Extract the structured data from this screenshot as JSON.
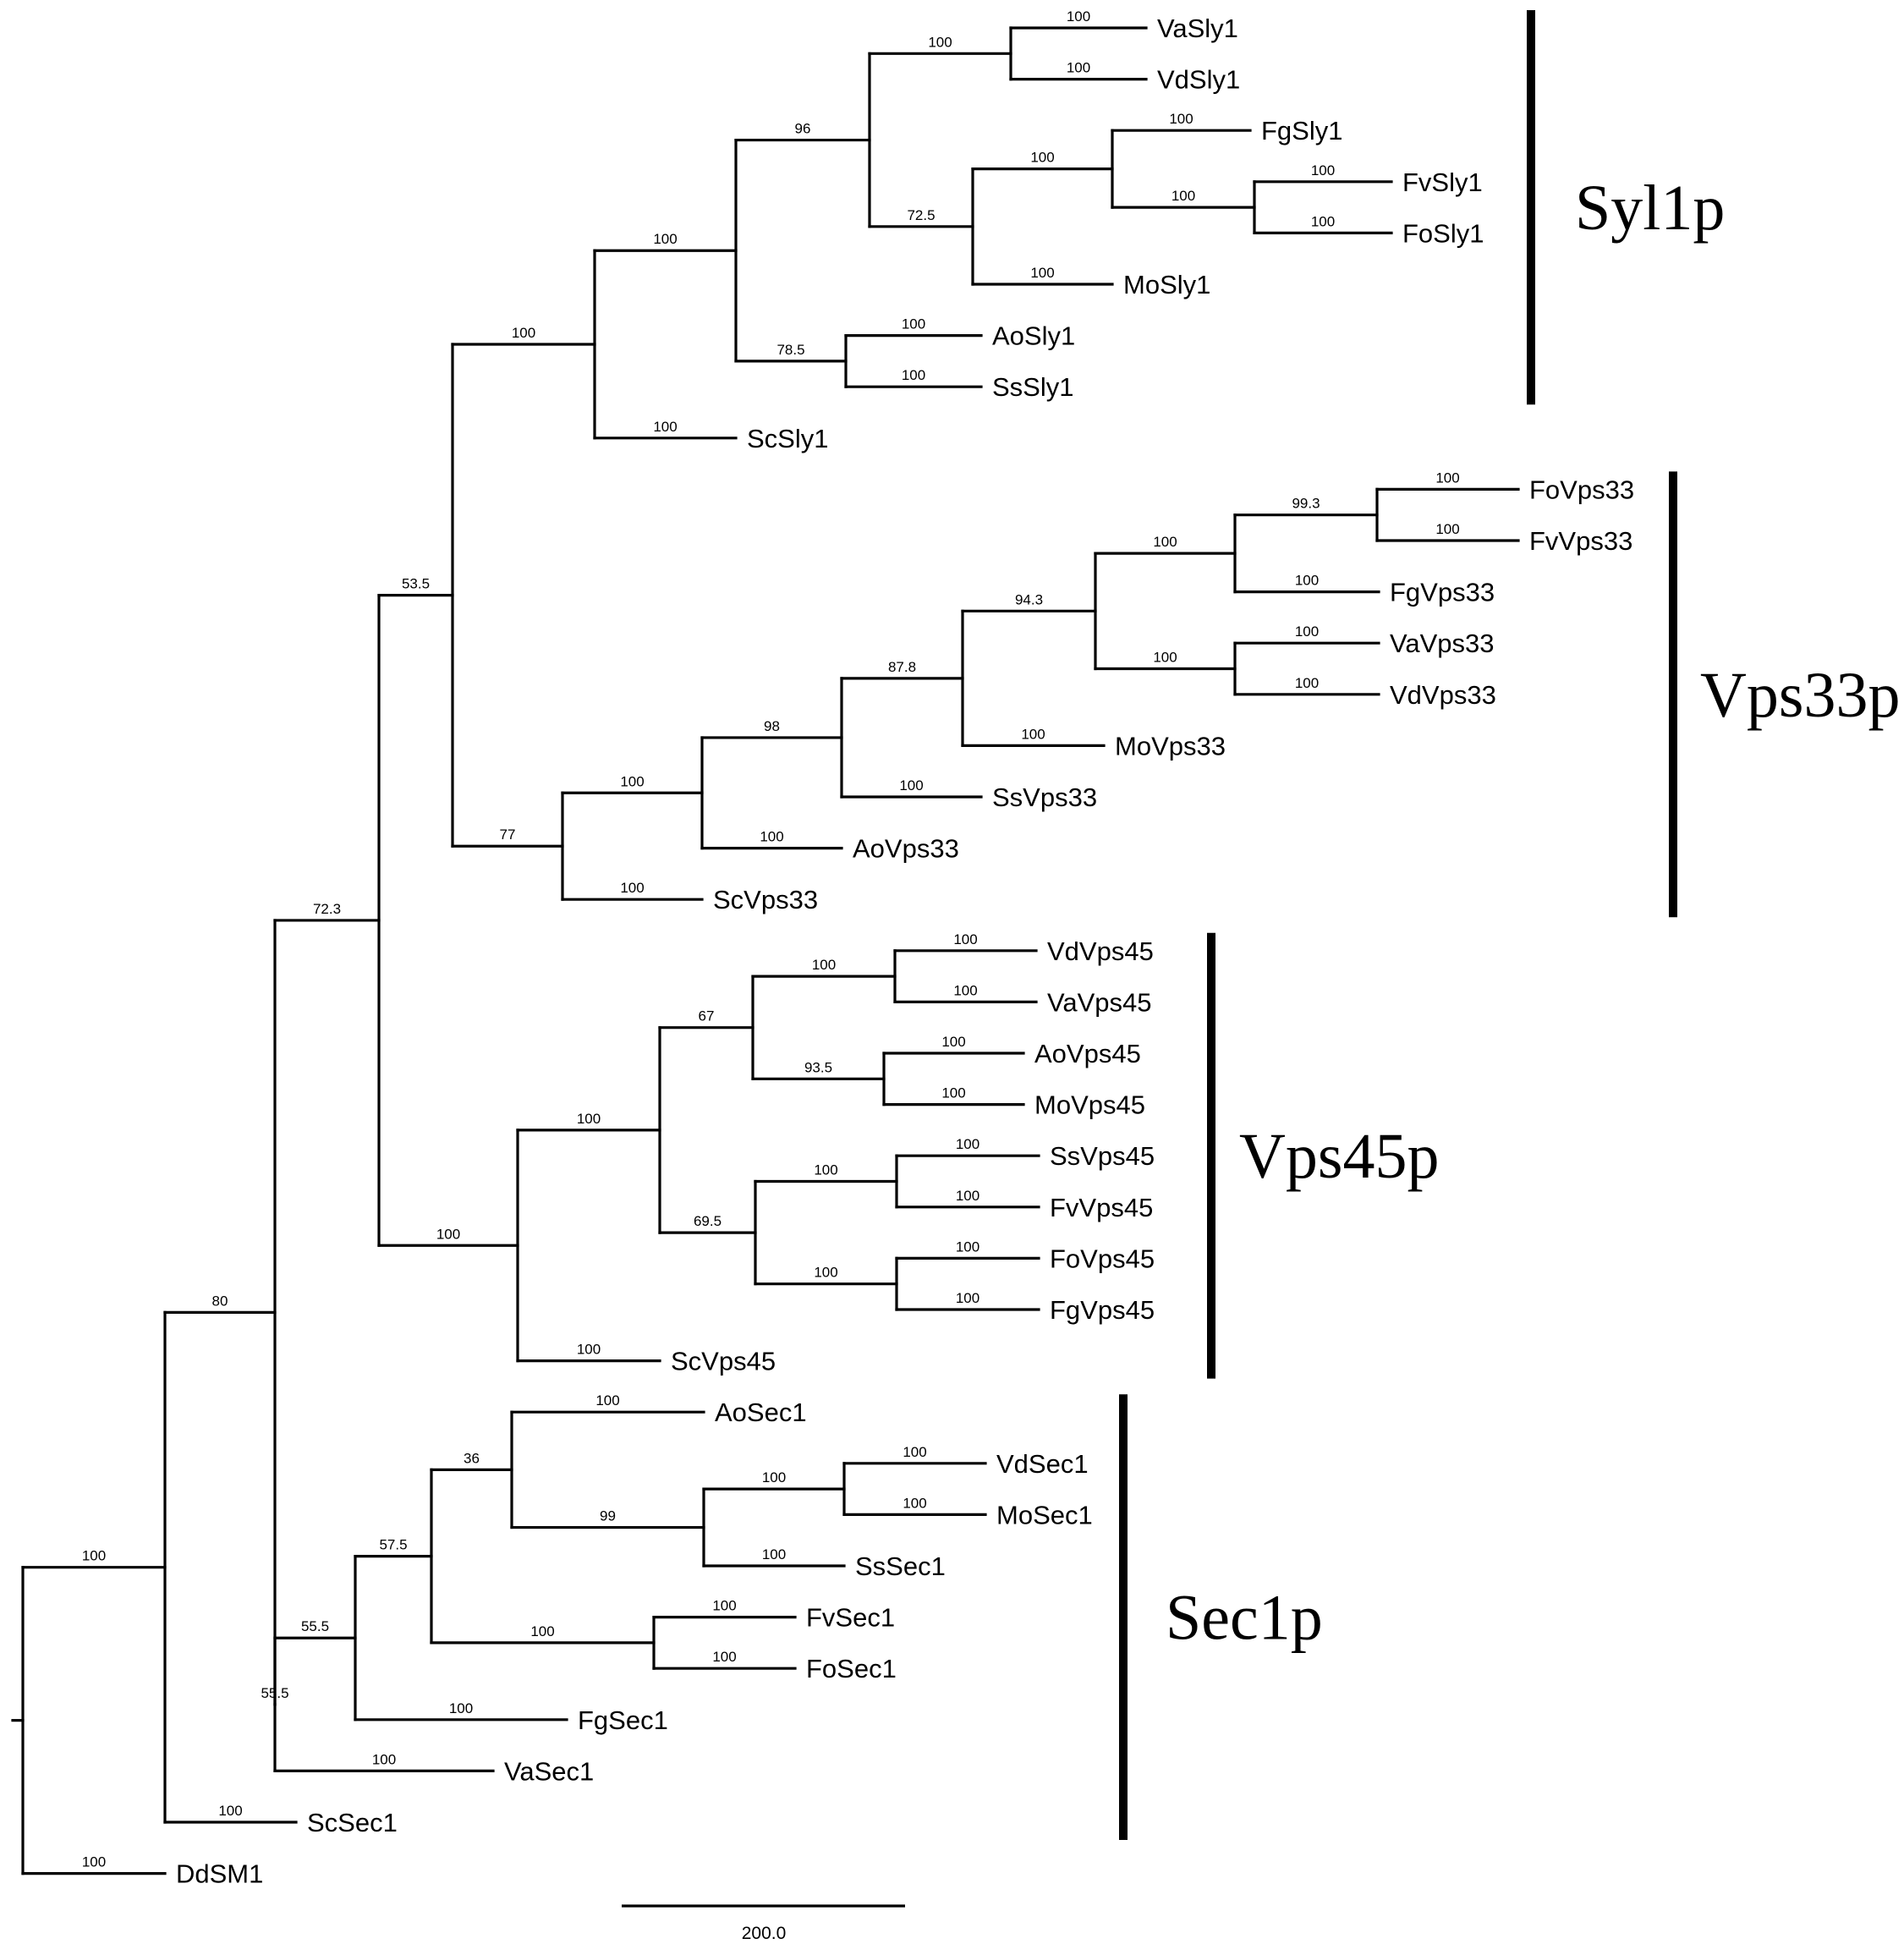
{
  "tree": {
    "name": "root",
    "children": [
      {
        "name": "n_main",
        "support": "100",
        "children": [
          {
            "name": "n80",
            "support": "80",
            "children": [
              {
                "name": "n723",
                "support": "72.3",
                "children": [
                  {
                    "name": "n535",
                    "support": "53.5",
                    "children": [
                      {
                        "name": "n_sly",
                        "support": "100",
                        "children": [
                          {
                            "name": "n_sly_core",
                            "support": "100",
                            "children": [
                              {
                                "name": "n96",
                                "support": "96",
                                "children": [
                                  {
                                    "name": "n_va_vd",
                                    "support": "100",
                                    "children": [
                                      {
                                        "name": "VaSly1",
                                        "support": "100"
                                      },
                                      {
                                        "name": "VdSly1",
                                        "support": "100"
                                      }
                                    ]
                                  },
                                  {
                                    "name": "n725",
                                    "support": "72.5",
                                    "children": [
                                      {
                                        "name": "n_fus_sly",
                                        "support": "100",
                                        "children": [
                                          {
                                            "name": "FgSly1",
                                            "support": "100"
                                          },
                                          {
                                            "name": "n_fvfo_sly",
                                            "support": "100",
                                            "children": [
                                              {
                                                "name": "FvSly1",
                                                "support": "100"
                                              },
                                              {
                                                "name": "FoSly1",
                                                "support": "100"
                                              }
                                            ]
                                          }
                                        ]
                                      },
                                      {
                                        "name": "MoSly1",
                                        "support": "100"
                                      }
                                    ]
                                  }
                                ]
                              },
                              {
                                "name": "n785",
                                "support": "78.5",
                                "children": [
                                  {
                                    "name": "AoSly1",
                                    "support": "100"
                                  },
                                  {
                                    "name": "SsSly1",
                                    "support": "100"
                                  }
                                ]
                              }
                            ]
                          },
                          {
                            "name": "ScSly1",
                            "support": "100"
                          }
                        ]
                      },
                      {
                        "name": "n77",
                        "support": "77",
                        "children": [
                          {
                            "name": "n_vps33_core",
                            "support": "100",
                            "children": [
                              {
                                "name": "n98",
                                "support": "98",
                                "children": [
                                  {
                                    "name": "n878",
                                    "support": "87.8",
                                    "children": [
                                      {
                                        "name": "n943",
                                        "support": "94.3",
                                        "children": [
                                          {
                                            "name": "n_fus_vps33",
                                            "support": "100",
                                            "children": [
                                              {
                                                "name": "n993",
                                                "support": "99.3",
                                                "children": [
                                                  {
                                                    "name": "FoVps33",
                                                    "support": "100"
                                                  },
                                                  {
                                                    "name": "FvVps33",
                                                    "support": "100"
                                                  }
                                                ]
                                              },
                                              {
                                                "name": "FgVps33",
                                                "support": "100"
                                              }
                                            ]
                                          },
                                          {
                                            "name": "n_vavd_vps33",
                                            "support": "100",
                                            "children": [
                                              {
                                                "name": "VaVps33",
                                                "support": "100"
                                              },
                                              {
                                                "name": "VdVps33",
                                                "support": "100"
                                              }
                                            ]
                                          }
                                        ]
                                      },
                                      {
                                        "name": "MoVps33",
                                        "support": "100"
                                      }
                                    ]
                                  },
                                  {
                                    "name": "SsVps33",
                                    "support": "100"
                                  }
                                ]
                              },
                              {
                                "name": "AoVps33",
                                "support": "100"
                              }
                            ]
                          },
                          {
                            "name": "ScVps33",
                            "support": "100"
                          }
                        ]
                      }
                    ]
                  },
                  {
                    "name": "n_vps45",
                    "support": "100",
                    "children": [
                      {
                        "name": "n_vps45_core",
                        "support": "100",
                        "children": [
                          {
                            "name": "n67",
                            "support": "67",
                            "children": [
                              {
                                "name": "n_vdva_vps45",
                                "support": "100",
                                "children": [
                                  {
                                    "name": "VdVps45",
                                    "support": "100"
                                  },
                                  {
                                    "name": "VaVps45",
                                    "support": "100"
                                  }
                                ]
                              },
                              {
                                "name": "n935",
                                "support": "93.5",
                                "children": [
                                  {
                                    "name": "AoVps45",
                                    "support": "100"
                                  },
                                  {
                                    "name": "MoVps45",
                                    "support": "100"
                                  }
                                ]
                              }
                            ]
                          },
                          {
                            "name": "n695",
                            "support": "69.5",
                            "children": [
                              {
                                "name": "n_ssfv_vps45",
                                "support": "100",
                                "children": [
                                  {
                                    "name": "SsVps45",
                                    "support": "100"
                                  },
                                  {
                                    "name": "FvVps45",
                                    "support": "100"
                                  }
                                ]
                              },
                              {
                                "name": "n_fofg_vps45",
                                "support": "100",
                                "children": [
                                  {
                                    "name": "FoVps45",
                                    "support": "100"
                                  },
                                  {
                                    "name": "FgVps45",
                                    "support": "100"
                                  }
                                ]
                              }
                            ]
                          }
                        ]
                      },
                      {
                        "name": "ScVps45",
                        "support": "100"
                      }
                    ]
                  }
                ]
              },
              {
                "name": "n555a",
                "support": "55.5",
                "children": [
                  {
                    "name": "n555b",
                    "support": "55.5",
                    "children": [
                      {
                        "name": "n575",
                        "support": "57.5",
                        "children": [
                          {
                            "name": "n36",
                            "support": "36",
                            "children": [
                              {
                                "name": "AoSec1",
                                "support": "100"
                              },
                              {
                                "name": "n99",
                                "support": "99",
                                "children": [
                                  {
                                    "name": "n_vdmo_sec",
                                    "support": "100",
                                    "children": [
                                      {
                                        "name": "VdSec1",
                                        "support": "100"
                                      },
                                      {
                                        "name": "MoSec1",
                                        "support": "100"
                                      }
                                    ]
                                  },
                                  {
                                    "name": "SsSec1",
                                    "support": "100"
                                  }
                                ]
                              }
                            ]
                          },
                          {
                            "name": "n_fvfo_sec",
                            "support": "100",
                            "children": [
                              {
                                "name": "FvSec1",
                                "support": "100"
                              },
                              {
                                "name": "FoSec1",
                                "support": "100"
                              }
                            ]
                          }
                        ]
                      },
                      {
                        "name": "FgSec1",
                        "support": "100"
                      }
                    ]
                  },
                  {
                    "name": "VaSec1",
                    "support": "100"
                  }
                ]
              }
            ]
          },
          {
            "name": "ScSec1",
            "support": "100"
          }
        ]
      },
      {
        "name": "DdSM1",
        "support": "100"
      }
    ]
  },
  "clades": [
    {
      "label": "Syl1p",
      "from": "VaSly1",
      "to": "SsSly1"
    },
    {
      "label": "Vps33p",
      "from": "FoVps33",
      "to": "ScVps33"
    },
    {
      "label": "Vps45p",
      "from": "VdVps45",
      "to": "ScVps45"
    },
    {
      "label": "Sec1p",
      "from": "AoSec1",
      "to": "ScSec1"
    }
  ],
  "scale_bar": {
    "label": "200.0"
  }
}
